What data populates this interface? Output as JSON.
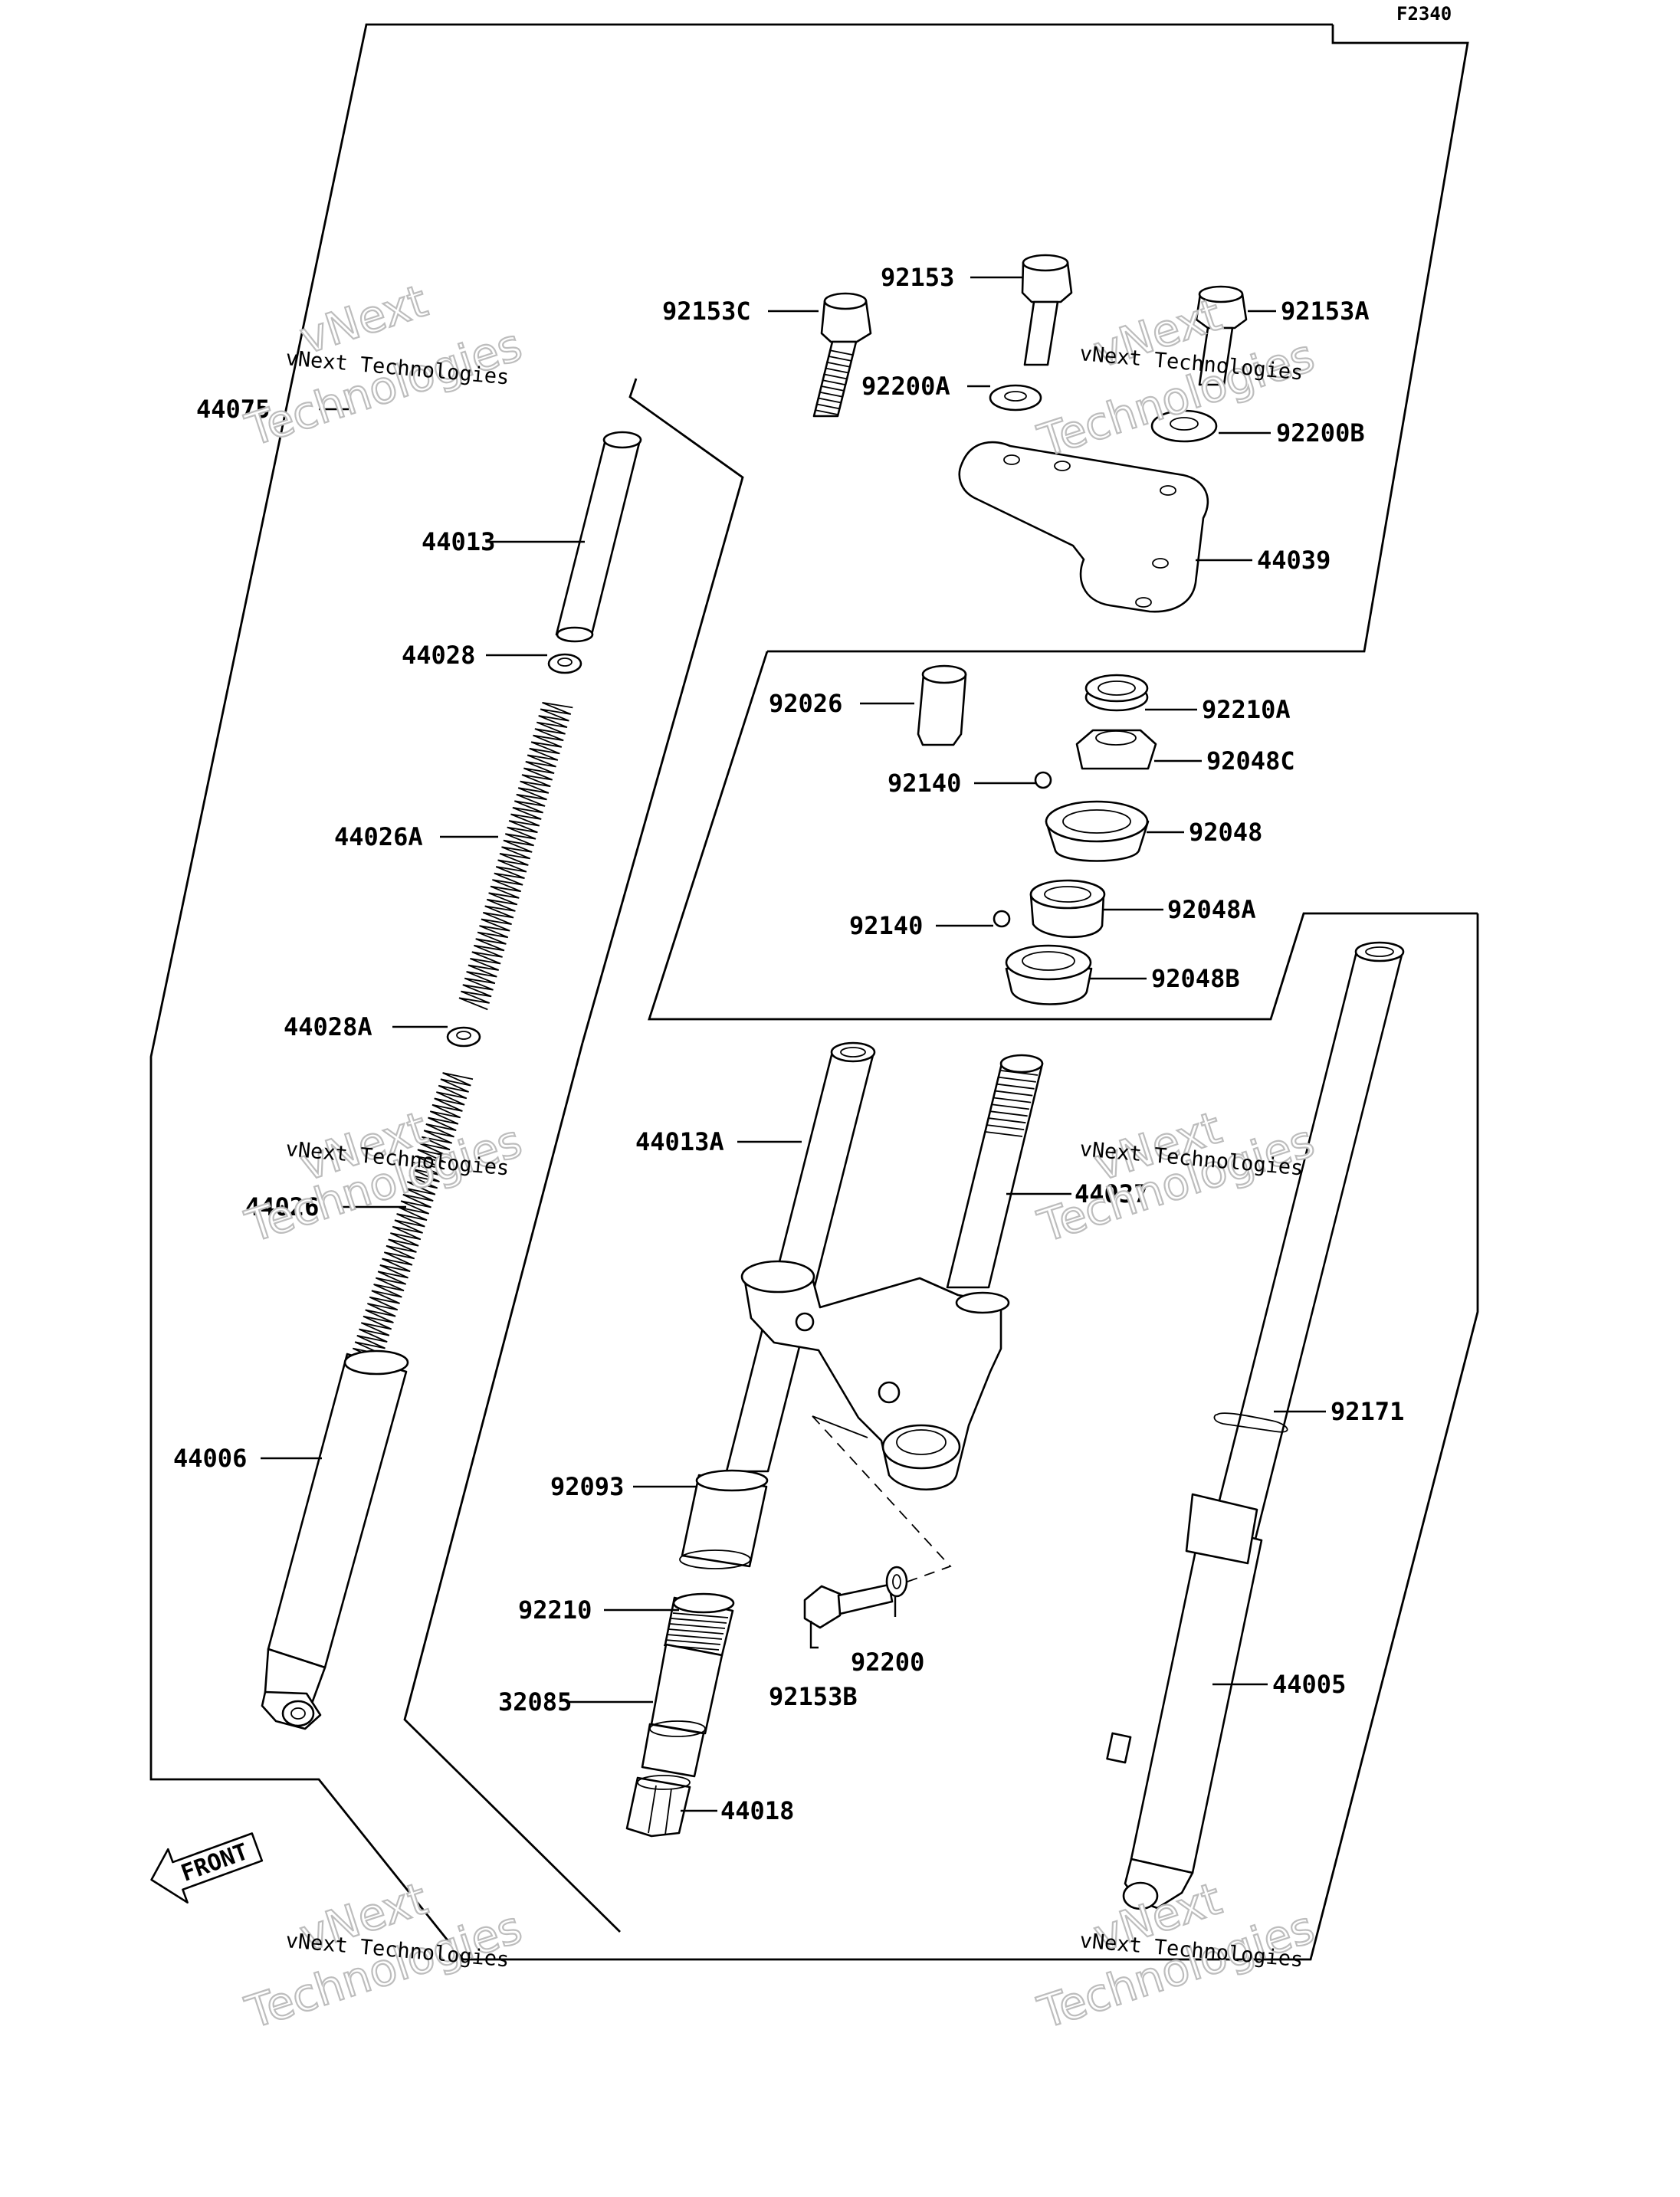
{
  "figure_code": "F2340",
  "parts": {
    "p44075": "44075",
    "p44013": "44013",
    "p44028": "44028",
    "p44026A": "44026A",
    "p44028A": "44028A",
    "p44026": "44026",
    "p44006": "44006",
    "p92153C": "92153C",
    "p92153": "92153",
    "p92153A": "92153A",
    "p92200A": "92200A",
    "p92200B": "92200B",
    "p44039": "44039",
    "p92026": "92026",
    "p92210A": "92210A",
    "p92048C": "92048C",
    "p92140a": "92140",
    "p92048": "92048",
    "p92048A": "92048A",
    "p92140b": "92140",
    "p92048B": "92048B",
    "p44013A": "44013A",
    "p44037": "44037",
    "p92171": "92171",
    "p92093": "92093",
    "p92210": "92210",
    "p92200": "92200",
    "p92153B": "92153B",
    "p32085": "32085",
    "p44018": "44018",
    "p44005": "44005"
  },
  "front_arrow": "FRONT",
  "watermark": {
    "line1": "vNext Technologies",
    "big1": "vNext",
    "big2": "Technologies"
  }
}
